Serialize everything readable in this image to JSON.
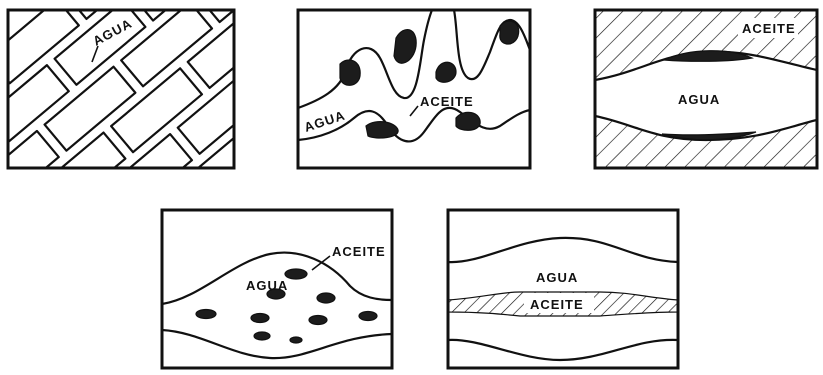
{
  "panels": [
    {
      "labels": {
        "water": "AGUA"
      }
    },
    {
      "labels": {
        "water": "AGUA",
        "oil": "ACEITE"
      }
    },
    {
      "labels": {
        "oil": "ACEITE",
        "water": "AGUA"
      }
    },
    {
      "labels": {
        "oil": "ACEITE",
        "water": "AGUA"
      }
    },
    {
      "labels": {
        "water": "AGUA",
        "oil": "ACEITE"
      }
    }
  ]
}
